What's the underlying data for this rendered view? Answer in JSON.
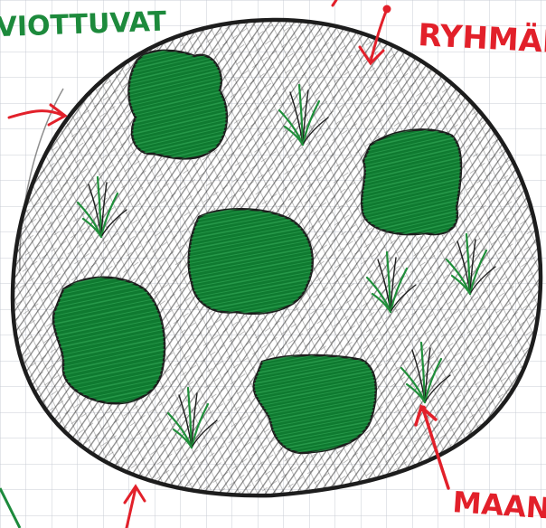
{
  "labels": {
    "top_left": "VIOTTUVAT",
    "top_right": "RYHMÄK",
    "bottom_right": "MAAN"
  },
  "colors": {
    "paper": "#ffffff",
    "grid": "#c9ccd4",
    "outline": "#1d1d1d",
    "hatch": "#2a2a2a",
    "moss_dark": "#0f7a30",
    "moss_light": "#2fa352",
    "grass": "#1f8f3a",
    "annotation": "#e2202a",
    "text_green": "#1d8a3c"
  }
}
